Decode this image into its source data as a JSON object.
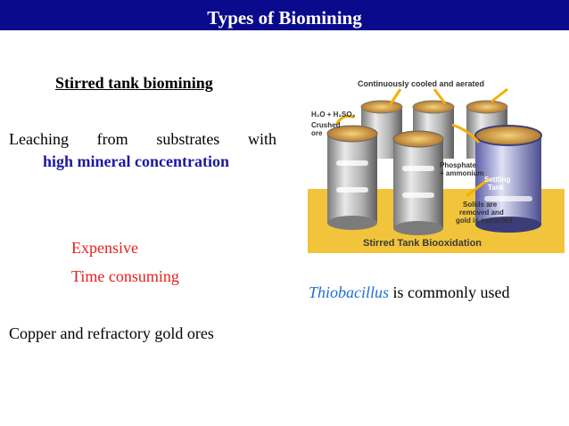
{
  "slide": {
    "title": "Types of Biomining",
    "subheading": "Stirred tank biomining",
    "leaching_line1": "Leaching from substrates with",
    "leaching_line2": "high mineral concentration",
    "drawback1": "Expensive",
    "drawback2": "Time consuming",
    "ores": "Copper and refractory gold ores",
    "organism": "Thiobacillus",
    "organism_suffix": " is commonly used"
  },
  "figure": {
    "top_caption": "Continuously cooled and aerated",
    "h2o_label": "H₂O + H₂SO₄",
    "crushed_label_1": "Crushed",
    "crushed_label_2": "ore",
    "phosphate_label_1": "Phosphate",
    "phosphate_label_2": "+ ammonium",
    "settling_label_1": "Settling",
    "settling_label_2": "Tank",
    "solids_label_1": "Solids are",
    "solids_label_2": "removed and",
    "solids_label_3": "gold is extracted",
    "bottom_caption": "Stirred Tank Biooxidation"
  },
  "colors": {
    "header_bg": "#0a0a8c",
    "accent_blue": "#1a1aa0",
    "accent_red": "#e4201f",
    "italic_blue": "#1f6fd0",
    "figure_yellow": "#f2c43b"
  }
}
